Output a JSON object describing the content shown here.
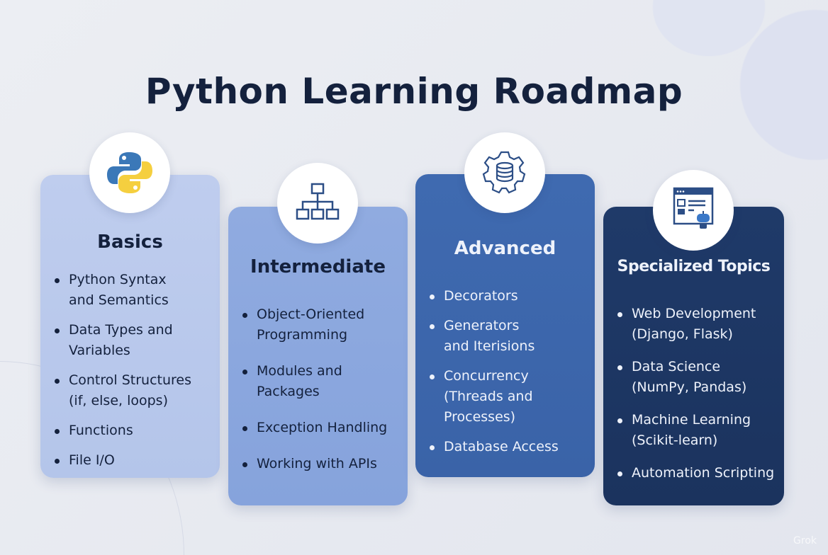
{
  "title": "Python Learning Roadmap",
  "cards": [
    {
      "heading": "Basics",
      "icon": "python-logo-icon",
      "items": [
        "Python Syntax and Semantics",
        "Data Types and Variables",
        "Control Structures (if, else, loops)",
        "Functions",
        "File I/O"
      ]
    },
    {
      "heading": "Intermediate",
      "icon": "hierarchy-icon",
      "items": [
        "Object-Oriented Programming",
        "Modules and Packages",
        "Exception Handling",
        "Working with APIs"
      ]
    },
    {
      "heading": "Advanced",
      "icon": "database-gear-icon",
      "items": [
        "Decorators",
        "Generators and Iterisions",
        "Concurrency (Threads and Processes)",
        "Database Access"
      ]
    },
    {
      "heading": "Specialized Topics",
      "icon": "web-robot-icon",
      "items": [
        "Web Development (Django, Flask)",
        "Data Science (NumPy, Pandas)",
        "Machine Learning (Scikit-learn)",
        "Automation Scripting"
      ]
    }
  ],
  "watermark": "Grok",
  "colors": {
    "title": "#14213d",
    "basics": "#bccbec",
    "intermediate": "#8eaadf",
    "advanced": "#3d68ae",
    "specialized": "#1e3866",
    "icon": "#2c4e86"
  }
}
